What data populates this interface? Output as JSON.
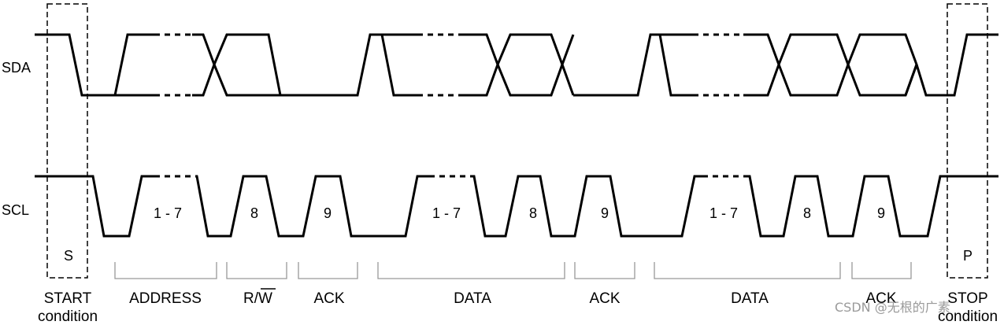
{
  "signals": {
    "sda": "SDA",
    "scl": "SCL"
  },
  "bit_labels": {
    "b1": "1 - 7",
    "b2": "8",
    "b3": "9",
    "b4": "1 - 7",
    "b5": "8",
    "b6": "9",
    "b7": "1 - 7",
    "b8": "8",
    "b9": "9"
  },
  "conditions": {
    "start_symbol": "S",
    "stop_symbol": "P"
  },
  "fields": {
    "start_1": "START",
    "start_2": "condition",
    "address": "ADDRESS",
    "rw_r": "R/",
    "rw_w": "W",
    "ack1": "ACK",
    "data1": "DATA",
    "ack2": "ACK",
    "data2": "DATA",
    "ack3": "ACK",
    "stop_1": "STOP",
    "stop_2": "condition"
  },
  "watermark": "CSDN @无根的广素"
}
